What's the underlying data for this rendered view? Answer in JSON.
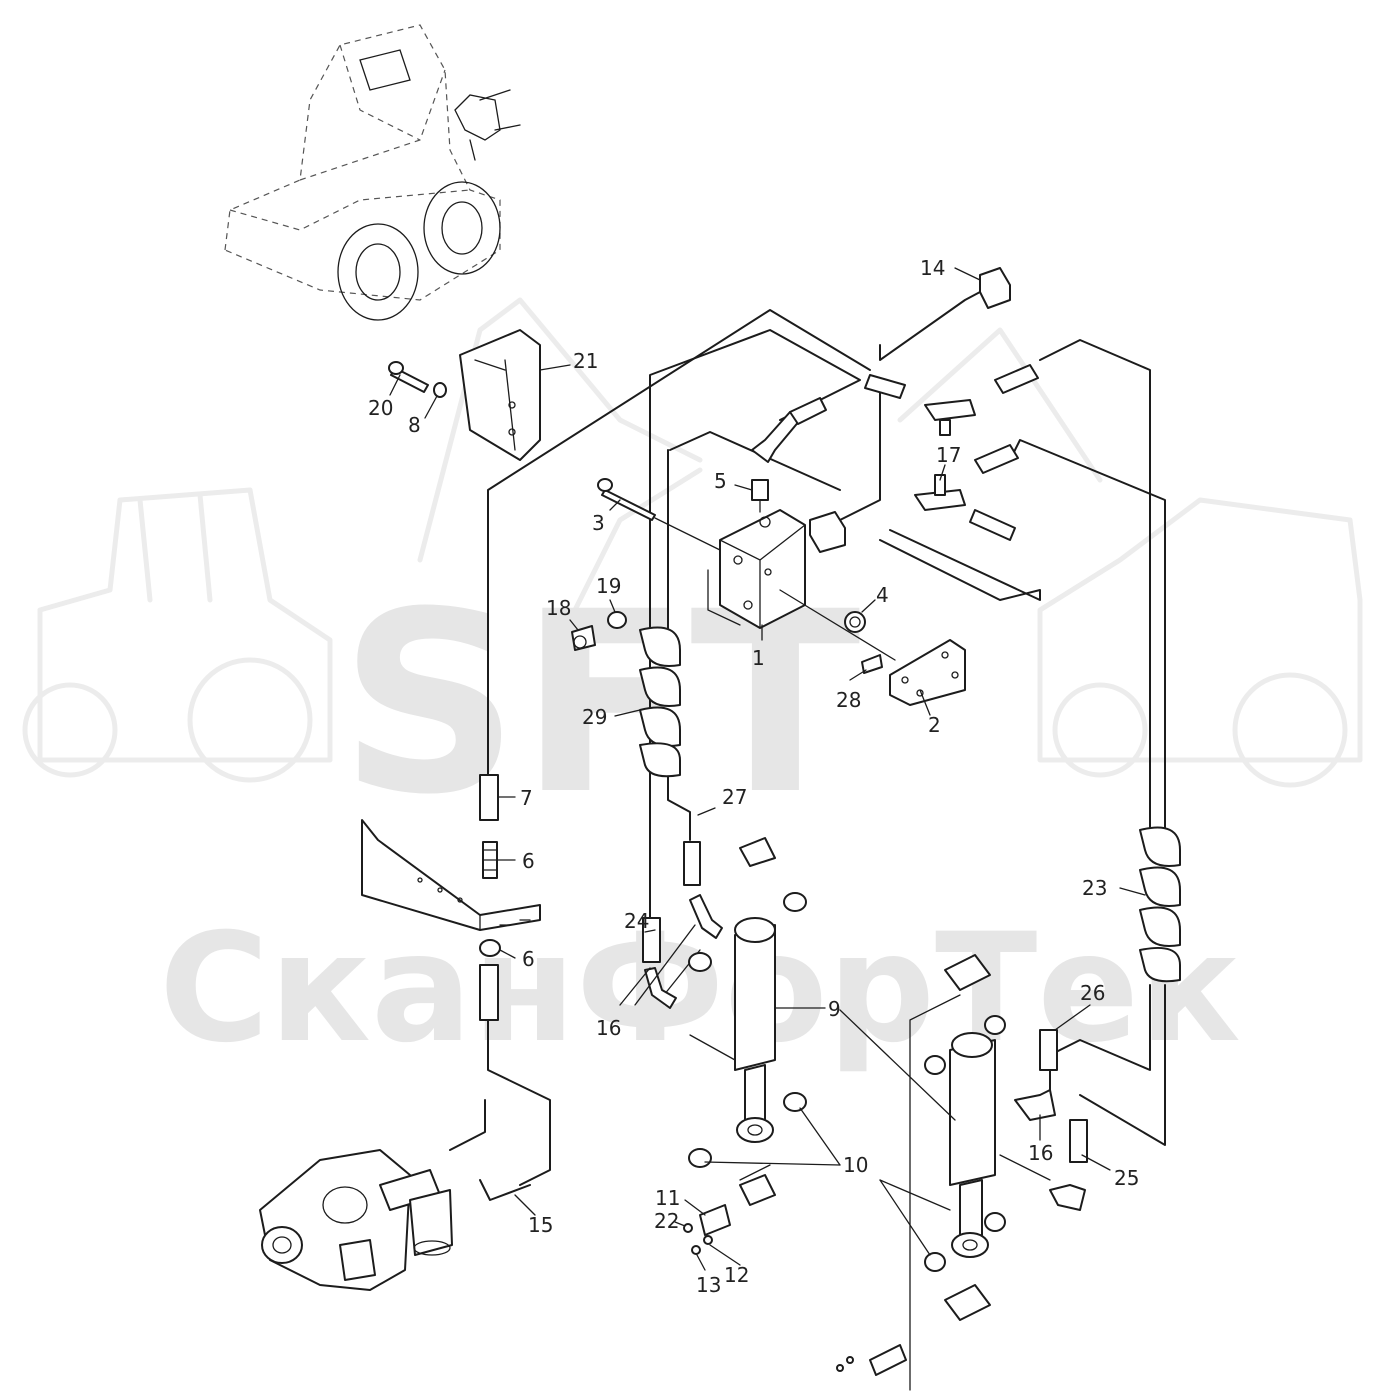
{
  "watermark": {
    "logo_text": "SFT",
    "brand_text": "СканФорТек"
  },
  "callouts": [
    {
      "id": "c1",
      "text": "1"
    },
    {
      "id": "c2",
      "text": "2"
    },
    {
      "id": "c3",
      "text": "3"
    },
    {
      "id": "c4",
      "text": "4"
    },
    {
      "id": "c5",
      "text": "5"
    },
    {
      "id": "c6a",
      "text": "6"
    },
    {
      "id": "c6b",
      "text": "6"
    },
    {
      "id": "c7",
      "text": "7"
    },
    {
      "id": "c8",
      "text": "8"
    },
    {
      "id": "c9",
      "text": "9"
    },
    {
      "id": "c10a",
      "text": "10"
    },
    {
      "id": "c10b",
      "text": "10"
    },
    {
      "id": "c11",
      "text": "11"
    },
    {
      "id": "c12",
      "text": "12"
    },
    {
      "id": "c13",
      "text": "13"
    },
    {
      "id": "c14",
      "text": "14"
    },
    {
      "id": "c15",
      "text": "15"
    },
    {
      "id": "c16a",
      "text": "16"
    },
    {
      "id": "c16b",
      "text": "16"
    },
    {
      "id": "c17",
      "text": "17"
    },
    {
      "id": "c18",
      "text": "18"
    },
    {
      "id": "c19",
      "text": "19"
    },
    {
      "id": "c20",
      "text": "20"
    },
    {
      "id": "c21",
      "text": "21"
    },
    {
      "id": "c22",
      "text": "22"
    },
    {
      "id": "c23",
      "text": "23"
    },
    {
      "id": "c24",
      "text": "24"
    },
    {
      "id": "c25",
      "text": "25"
    },
    {
      "id": "c26",
      "text": "26"
    },
    {
      "id": "c27",
      "text": "27"
    },
    {
      "id": "c28",
      "text": "28"
    },
    {
      "id": "c29",
      "text": "29"
    }
  ],
  "colors": {
    "line": "#1c1c1c",
    "watermark": "#e6e6e6",
    "label": "#222222"
  }
}
